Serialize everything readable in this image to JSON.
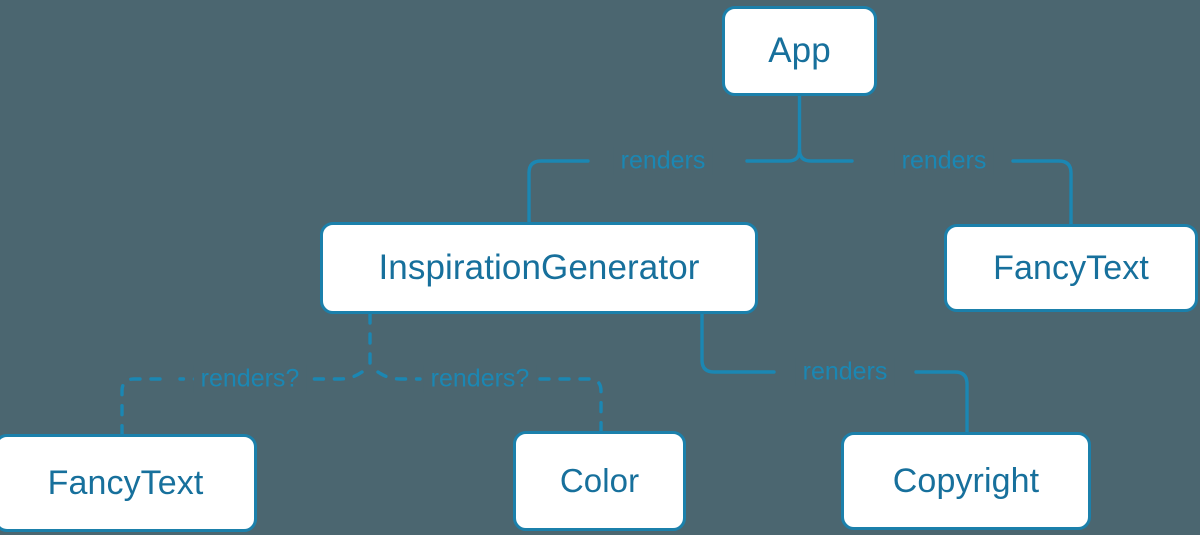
{
  "diagram": {
    "type": "component-tree",
    "background_color": "#4b6670",
    "accent_color": "#1b80ab",
    "node_text_color": "#17709c",
    "label_color": "#1b87b3",
    "nodes": [
      {
        "id": "app",
        "label": "App"
      },
      {
        "id": "inspgen",
        "label": "InspirationGenerator"
      },
      {
        "id": "fancy_top",
        "label": "FancyText"
      },
      {
        "id": "fancy_bot",
        "label": "FancyText"
      },
      {
        "id": "color",
        "label": "Color"
      },
      {
        "id": "copyright",
        "label": "Copyright"
      }
    ],
    "edges": [
      {
        "id": "app_inspgen",
        "from": "app",
        "to": "inspgen",
        "label": "renders",
        "style": "solid"
      },
      {
        "id": "app_fancytop",
        "from": "app",
        "to": "fancy_top",
        "label": "renders",
        "style": "solid"
      },
      {
        "id": "inspgen_fancybot",
        "from": "inspgen",
        "to": "fancy_bot",
        "label": "renders?",
        "style": "dashed"
      },
      {
        "id": "inspgen_color",
        "from": "inspgen",
        "to": "color",
        "label": "renders?",
        "style": "dashed"
      },
      {
        "id": "inspgen_copy",
        "from": "inspgen",
        "to": "copyright",
        "label": "renders",
        "style": "solid"
      }
    ]
  }
}
